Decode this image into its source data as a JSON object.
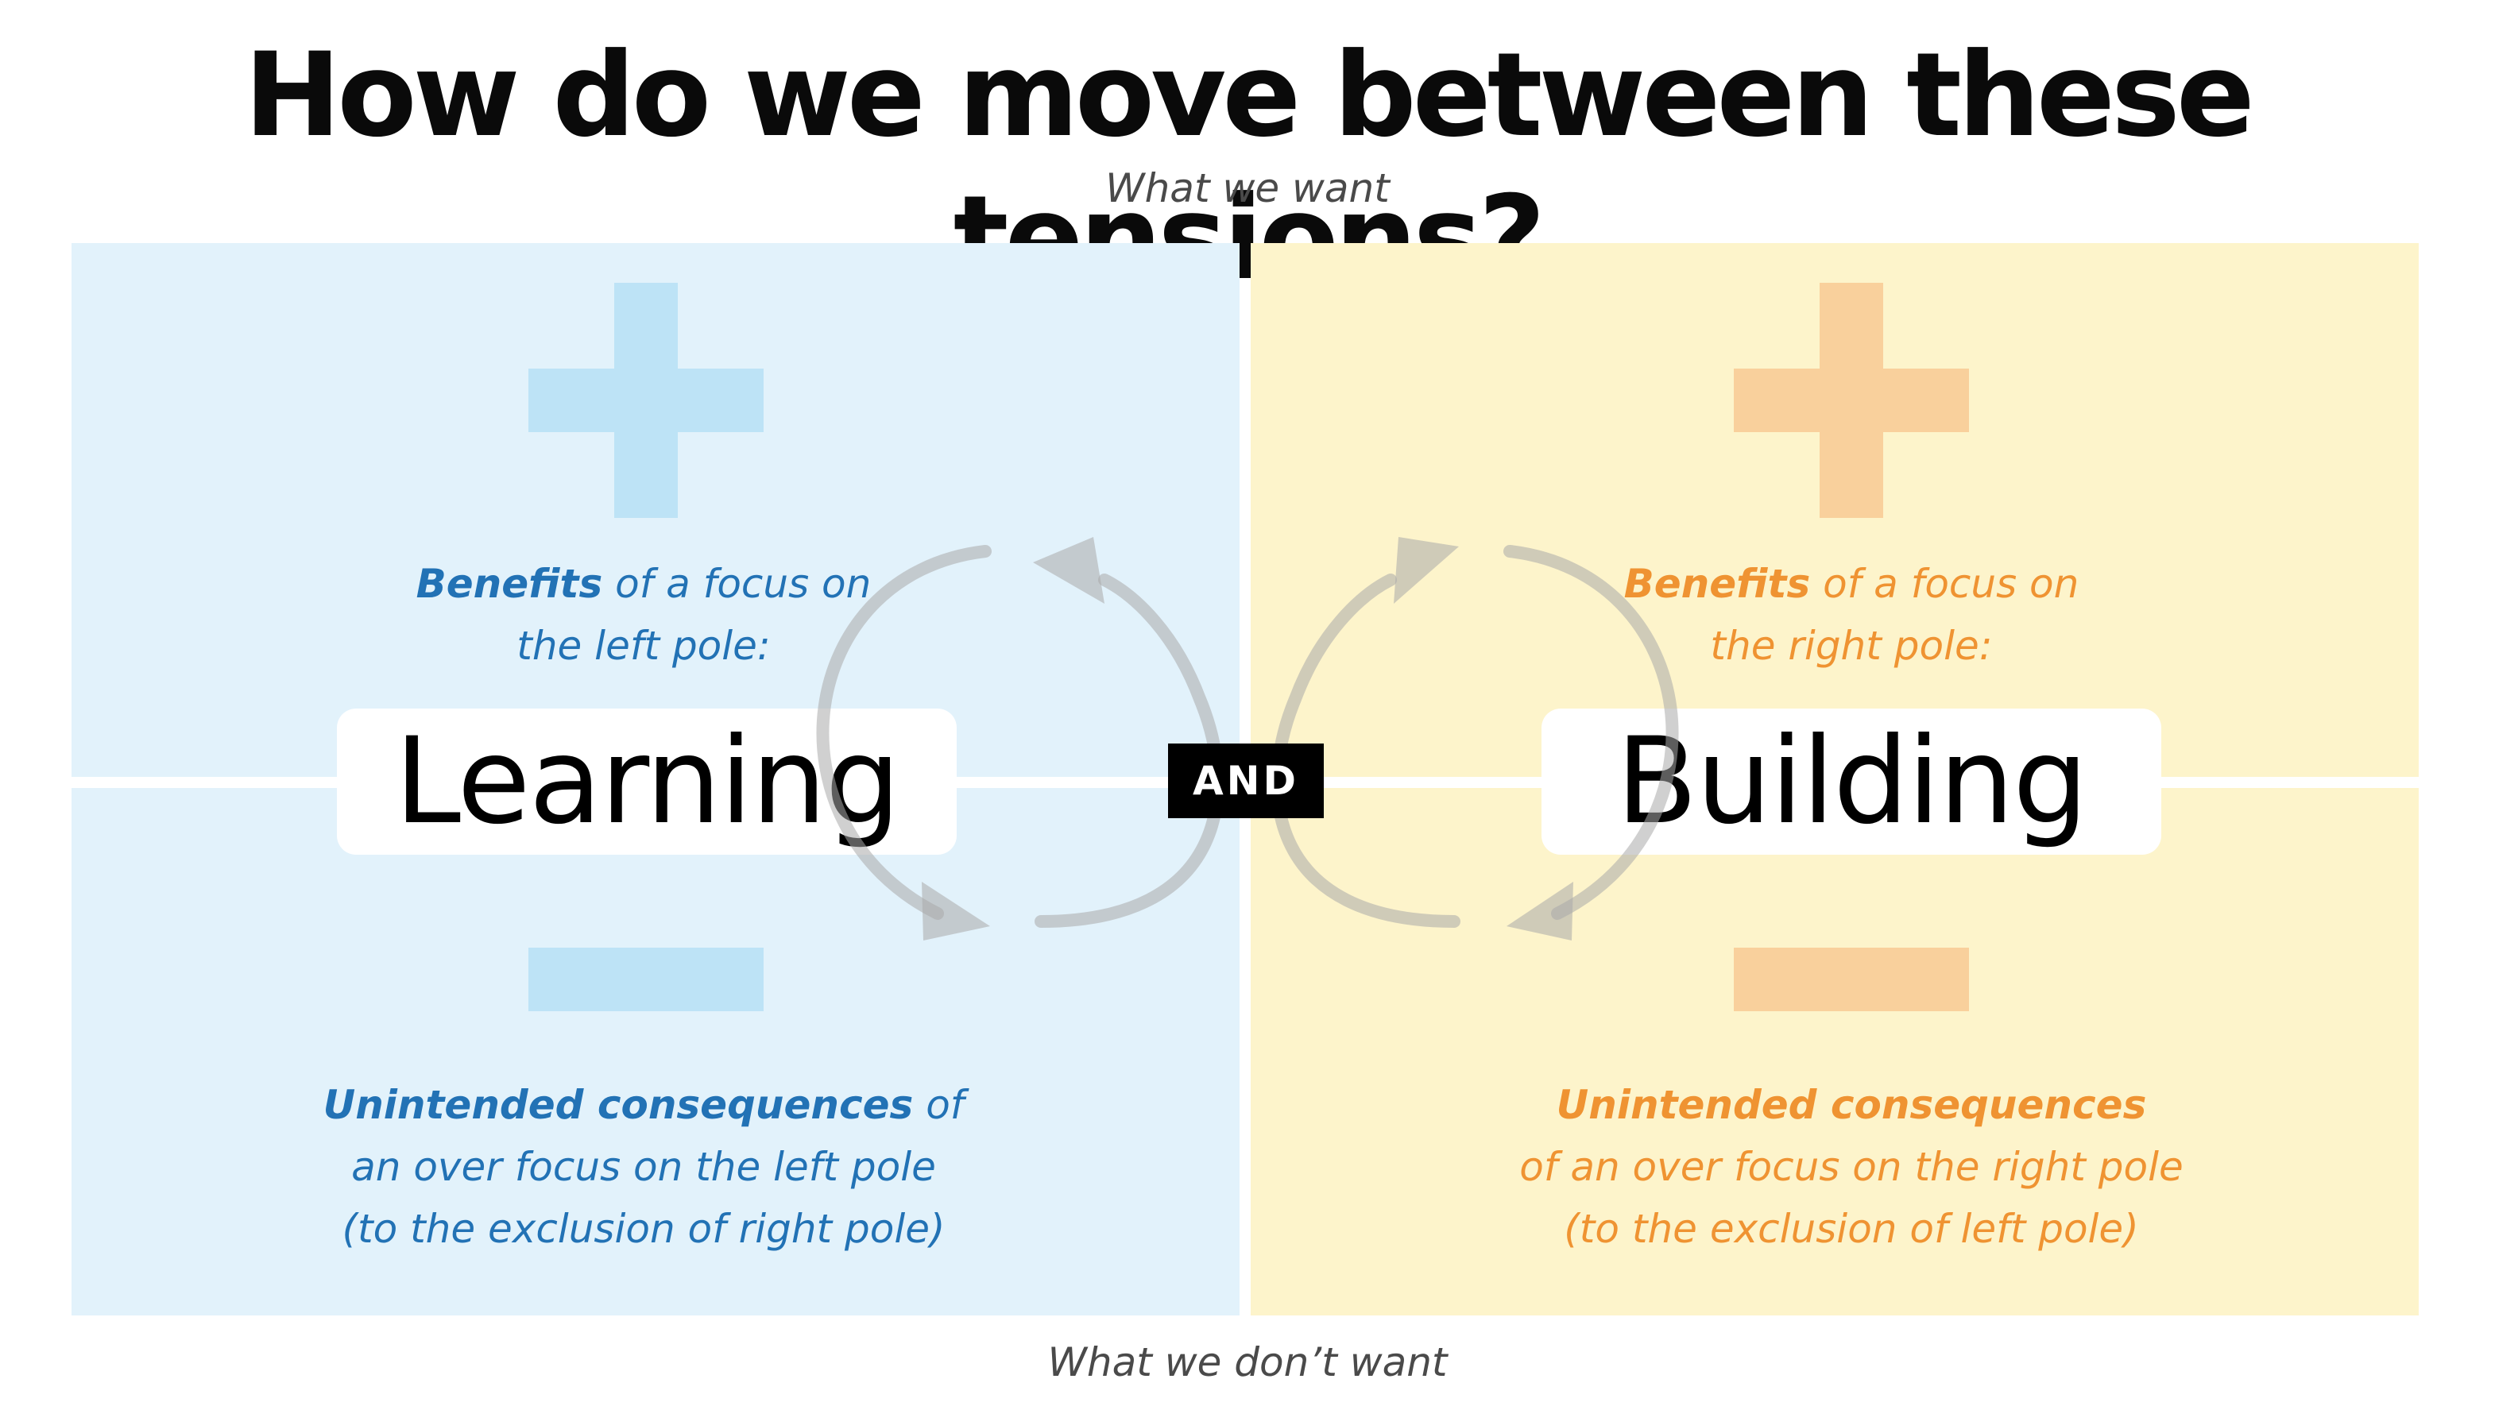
{
  "title": "How do we move between these tensions?",
  "top_label": "What we want",
  "bottom_label": "What we don’t want",
  "connector": "AND",
  "left_pole": {
    "name": "Learning",
    "benefits_bold": "Benefits",
    "benefits_rest": " of a focus on",
    "benefits_line2": "the left pole:",
    "consequences_bold": "Unintended consequences",
    "consequences_rest": " of",
    "consequences_line2": "an over focus on the left pole",
    "consequences_line3": "(to the exclusion of right pole)"
  },
  "right_pole": {
    "name": "Building",
    "benefits_bold": "Benefits",
    "benefits_rest": " of a focus on",
    "benefits_line2": "the right pole:",
    "consequences_bold": "Unintended consequences",
    "consequences_line2": "of an over focus on the right pole",
    "consequences_line3": "(to the exclusion of left pole)"
  },
  "colors": {
    "left_background": "#e2f2fb",
    "right_background": "#fdf4cb",
    "left_accent": "#2272b5",
    "right_accent": "#ef9332",
    "left_symbol": "#bde3f6",
    "right_symbol": "#f9d09c",
    "loop_arrow": "#a9a9a9"
  },
  "icons": [
    "plus-icon",
    "minus-icon",
    "infinity-loop-arrows"
  ]
}
